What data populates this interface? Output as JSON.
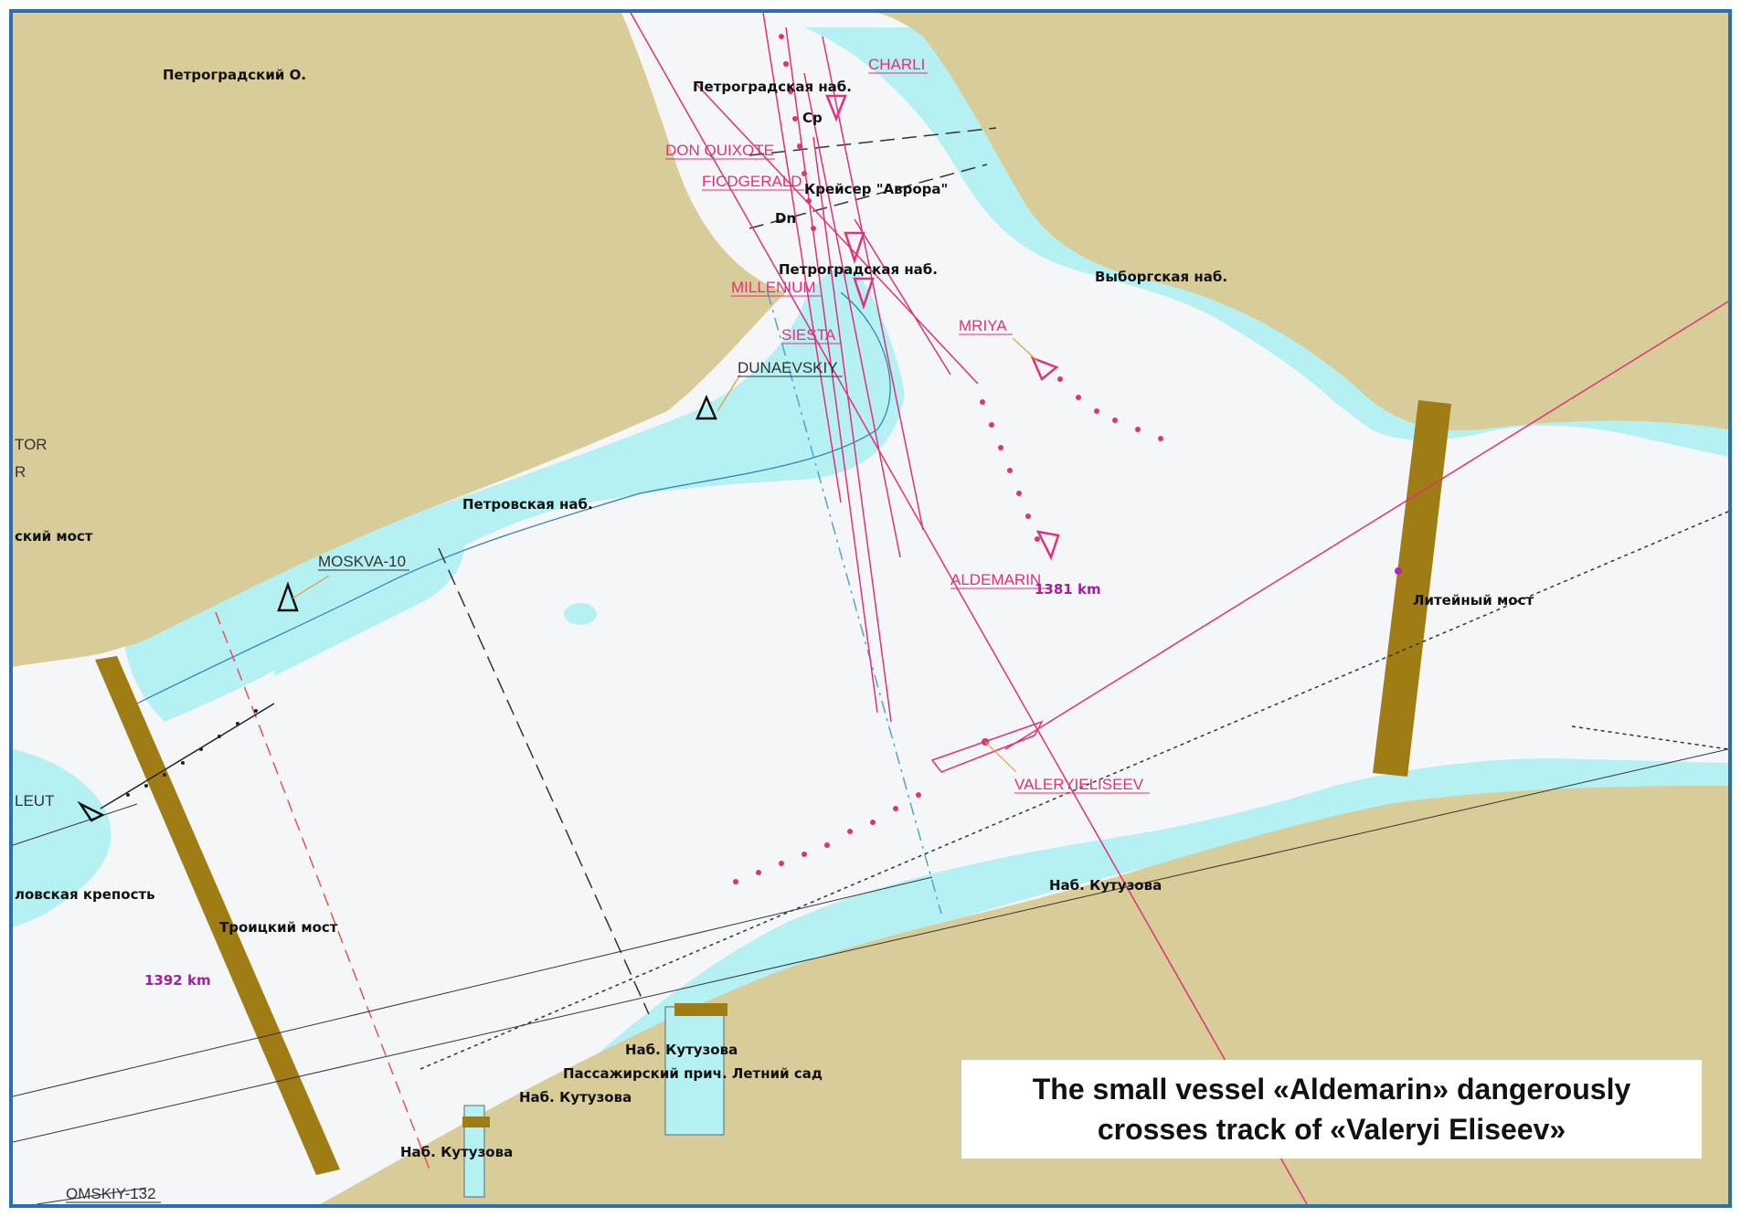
{
  "colors": {
    "land": "#d8cc99",
    "shallow": "#b5f0f2",
    "water": "#f5f6f8",
    "bridge": "#9f7c14",
    "track": "#e0317a",
    "border": "#2a6fb5"
  },
  "place_labels": {
    "petrogradskiy_o": "Петроградский О.",
    "petrogradskaya_nab_1": "Петроградская наб.",
    "kreyser_avrora": "Крейсер \"Аврора\"",
    "petrogradskaya_nab_2": "Петроградская наб.",
    "vyborgskaya_nab": "Выборгская наб.",
    "petrovskaya_nab": "Петровская наб.",
    "skiy_most": "ский мост",
    "krepost": "ловская крепость",
    "troitskiy_most": "Троицкий мост",
    "liteyny_most": "Литейный мост",
    "nab_kutuzova_1": "Наб. Кутузова",
    "nab_kutuzova_2": "Наб. Кутузова",
    "passazhirskiy": "Пассажирский прич. Летний сад",
    "nab_kutuzova_3": "Наб. Кутузова",
    "nab_kutuzova_4": "Наб. Кутузова",
    "cp": "Cp",
    "dn": "Dn"
  },
  "vessels": {
    "charli": "CHARLI",
    "don_quixote": "DON QUIXOTE",
    "ficdgerald": "FICDGERALD",
    "millenium": "MILLENIUM",
    "siesta": "SIESTA",
    "dunaevskiy": "DUNAEVSKIY",
    "mriya": "MRIYA",
    "aldemarin": "ALDEMARIN",
    "valeryieliseev": "VALERYIELISEEV",
    "moskva10": "MOSKVA-10",
    "leut": "LEUT",
    "tor": "TOR",
    "r": "R",
    "omskiy132": "OMSKIY-132"
  },
  "km_marks": {
    "km1381": "1381 km",
    "km1392": "1392 km"
  },
  "caption": {
    "line1": "The small vessel «Aldemarin» dangerously",
    "line2": "crosses track of «Valeryi Eliseev»"
  }
}
